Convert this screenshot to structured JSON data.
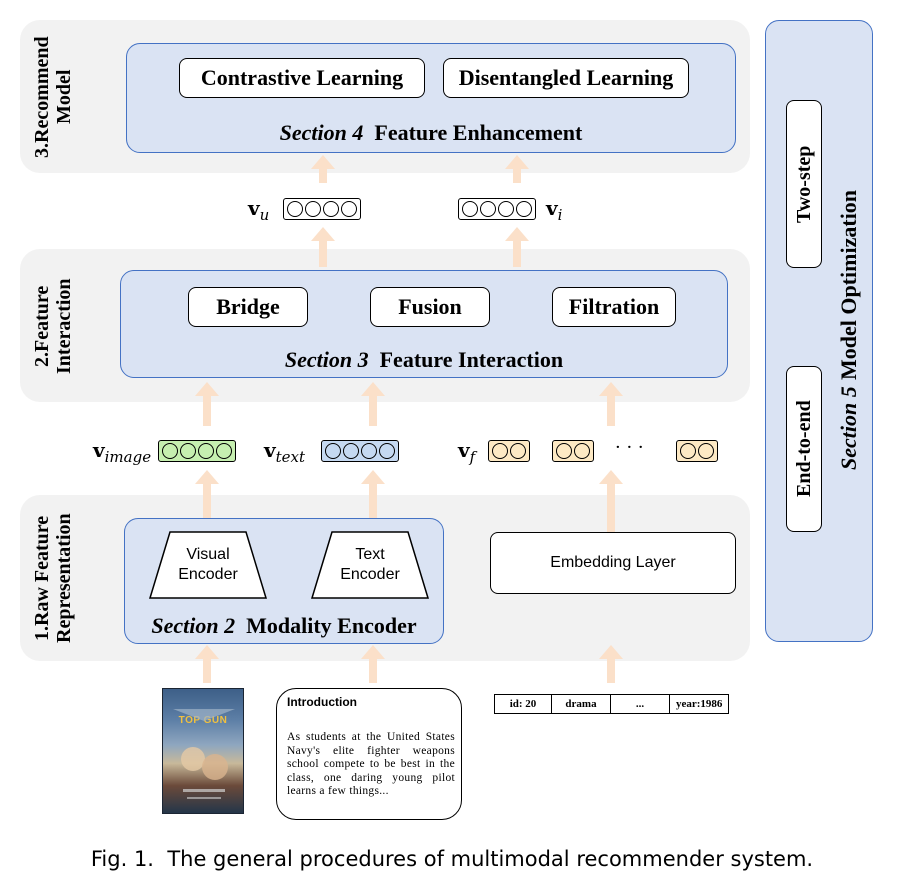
{
  "layers": {
    "recommend": "3.Recommend Model",
    "interaction": "2.Feature Interaction",
    "raw": "1.Raw Feature Representation"
  },
  "section4": {
    "number": "Section 4",
    "name": "Feature Enhancement",
    "boxes": [
      "Contrastive Learning",
      "Disentangled Learning"
    ]
  },
  "section3": {
    "number": "Section 3",
    "name": "Feature Interaction",
    "boxes": [
      "Bridge",
      "Fusion",
      "Filtration"
    ]
  },
  "section2": {
    "number": "Section 2",
    "name": "Modality Encoder",
    "visual_encoder": "Visual Encoder",
    "text_encoder": "Text Encoder"
  },
  "embedding_layer": "Embedding Layer",
  "section5": {
    "number": "Section 5",
    "name": "Model Optimization",
    "boxes": [
      "Two-step",
      "End-to-end"
    ]
  },
  "vectors": {
    "user": {
      "symbol": "v",
      "sub": "u"
    },
    "item": {
      "symbol": "v",
      "sub": "i"
    },
    "image": {
      "symbol": "v",
      "sub": "image",
      "color": "#c6efb0"
    },
    "text": {
      "symbol": "v",
      "sub": "text",
      "color": "#c5d9f1"
    },
    "feature": {
      "symbol": "v",
      "sub": "f",
      "color": "#fde9c4"
    },
    "ellipsis": "· · ·"
  },
  "inputs": {
    "poster": {
      "title": "TOP GUN"
    },
    "intro": {
      "heading": "Introduction",
      "body": "As students at the United States Navy's elite fighter weapons school compete to be best in the class, one daring young pilot learns a few things..."
    },
    "table": [
      "id: 20",
      "drama",
      "...",
      "year:1986"
    ]
  },
  "caption": "Fig. 1.  The general procedures of multimodal recommender system."
}
